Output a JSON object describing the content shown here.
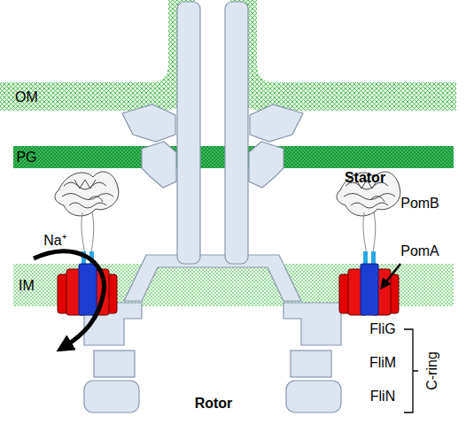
{
  "diagram": {
    "labels": [
      "OM",
      "PG",
      "Stator",
      "PomB",
      "Na⁺",
      "PomA",
      "IM",
      "FliG",
      "FliM",
      "FliN",
      "C-ring",
      "Rotor"
    ]
  }
}
